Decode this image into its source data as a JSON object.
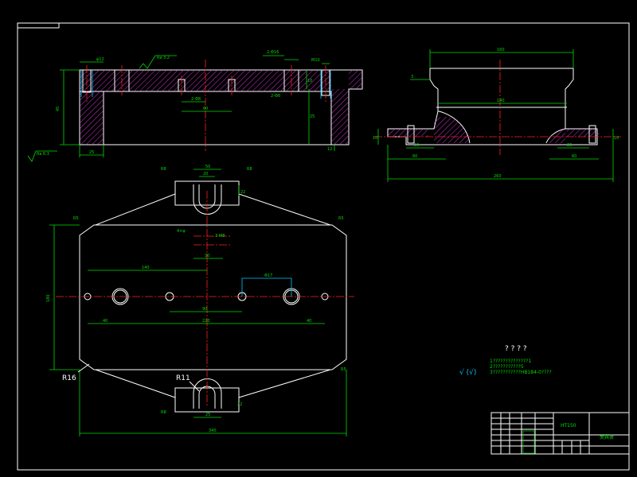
{
  "labels": {
    "r16": "R16",
    "r11": "R11",
    "notes_heading": "? ? ? ?",
    "note_1": "1??????????????1",
    "note_2": "2???????????5",
    "note_3": "3???????????HB184-0????",
    "roughness_symbol": "√ (√)",
    "title_code": "HT150",
    "title_name": "夹具体"
  },
  "colors": {
    "outline": "#ffffff",
    "dimension": "#00dd00",
    "centerline": "#ff2020",
    "hidden": "#00c8ff",
    "hatch": "#ff44ff"
  }
}
